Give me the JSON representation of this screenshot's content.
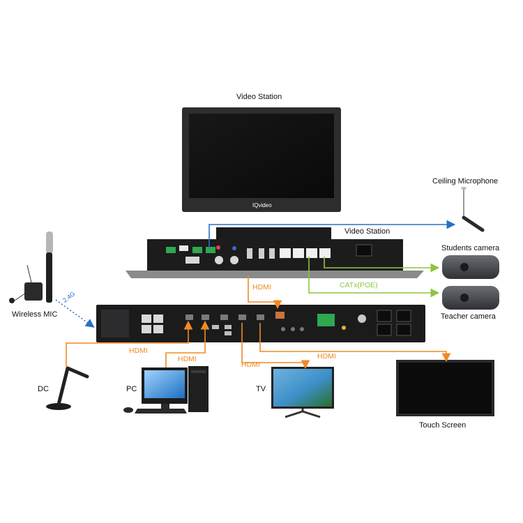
{
  "labels": {
    "video_station_top": "Video Station",
    "video_station_side": "Video Station",
    "ceiling_microphone": "Ceiling Microphone",
    "students_camera": "Students camera",
    "teacher_camera": "Teacher camera",
    "wireless_mic": "Wireless MIC",
    "dc": "DC",
    "pc": "PC",
    "tv": "TV",
    "touch_screen": "Touch Screen"
  },
  "wires": {
    "hdmi": "HDMI",
    "catx": "CATx(POE)",
    "wireless_band": "2.4G"
  },
  "monitor_brand": "IQvideo",
  "colors": {
    "hdmi": "#f08a24",
    "catx": "#8cc63f",
    "usb_mic": "#2a6fc9"
  }
}
